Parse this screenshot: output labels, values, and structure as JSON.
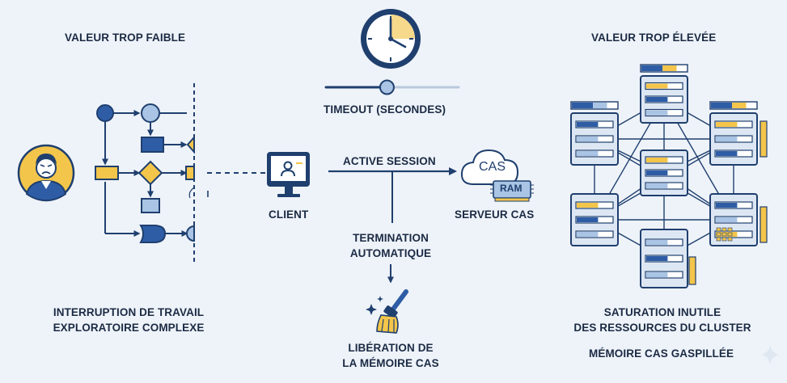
{
  "labels": {
    "too_low_title": "VALEUR TROP FAIBLE",
    "too_high_title": "VALEUR TROP ÉLEVÉE",
    "timeout": "TIMEOUT (SECONDES)",
    "active_session": "ACTIVE SESSION",
    "client": "CLIENT",
    "cas_server": "SERVEUR CAS",
    "cas_cloud": "CAS",
    "ram": "RAM",
    "termination_line1": "TERMINATION",
    "termination_line2": "AUTOMATIQUE",
    "release_line1": "LIBÉRATION DE",
    "release_line2": "LA MÉMOIRE CAS",
    "interruption_line1": "INTERRUPTION DE TRAVAIL",
    "interruption_line2": "EXPLORATOIRE COMPLEXE",
    "saturation_line1": "SATURATION INUTILE",
    "saturation_line2": "DES RESSOURCES DU CLUSTER",
    "wasted_memory": "MÉMOIRE CAS GASPILLÉE"
  },
  "timeout_slider": {
    "value_fraction": 0.46
  },
  "colors": {
    "navy": "#1f3f6e",
    "blue": "#2e5da6",
    "light_blue": "#a9c4e4",
    "yellow": "#f3c54a",
    "background": "#eef3f9"
  }
}
